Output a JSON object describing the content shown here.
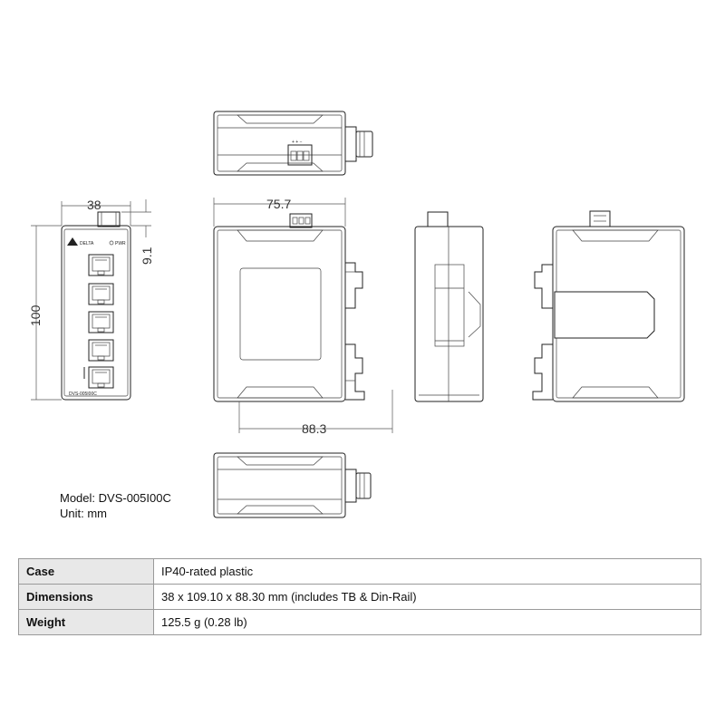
{
  "drawing": {
    "dimensions": {
      "front_width": "38",
      "top_offset": "9.1",
      "front_height": "100",
      "side_depth_top": "75.7",
      "side_depth_bottom": "88.3"
    },
    "front_logo_text": "DELTA",
    "front_model_text": "DVS-005I00C",
    "front_power_text": "PWR"
  },
  "caption": {
    "model": "Model: DVS-005I00C",
    "unit": "Unit: mm"
  },
  "specs": {
    "rows": [
      {
        "label": "Case",
        "value": "IP40-rated plastic"
      },
      {
        "label": "Dimensions",
        "value": "38 x 109.10 x 88.30 mm (includes TB & Din-Rail)"
      },
      {
        "label": "Weight",
        "value": "125.5 g (0.28 lb)"
      }
    ]
  }
}
